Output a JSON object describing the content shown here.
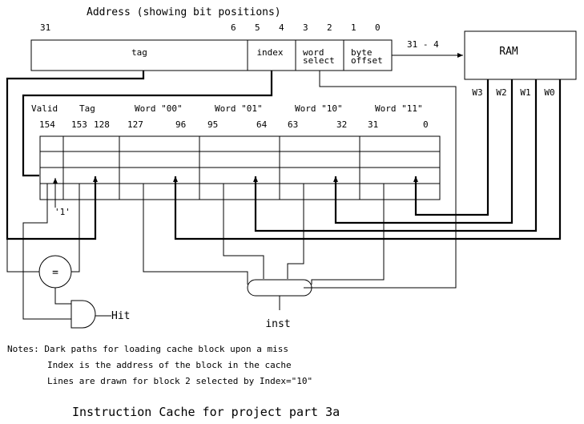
{
  "header": {
    "title": "Address (showing bit positions)",
    "bits": [
      "31",
      "6",
      "5",
      "4",
      "3",
      "2",
      "1",
      "0"
    ]
  },
  "address_fields": {
    "tag": "tag",
    "index": "index",
    "word_select_line1": "word",
    "word_select_line2": "select",
    "byte_offset_line1": "byte",
    "byte_offset_line2": "offset"
  },
  "ram": {
    "label": "RAM",
    "range_label": "31 - 4",
    "words": [
      "W3",
      "W2",
      "W1",
      "W0"
    ]
  },
  "cache": {
    "columns": [
      "Valid",
      "Tag",
      "Word \"00\"",
      "Word \"01\"",
      "Word \"10\"",
      "Word \"11\""
    ],
    "bit_labels": [
      "154",
      "153",
      "128",
      "127",
      "96",
      "95",
      "64",
      "63",
      "32",
      "31",
      "0"
    ],
    "valid_input": "'1'"
  },
  "logic": {
    "comparator": "=",
    "hit": "Hit",
    "mux_output": "inst"
  },
  "notes": {
    "line1": "Notes: Dark paths for loading cache block upon a miss",
    "line2": "Index is the address of the block in the cache",
    "line3": "Lines are drawn for block 2 selected by Index=\"10\""
  },
  "caption": "Instruction Cache for project part 3a"
}
